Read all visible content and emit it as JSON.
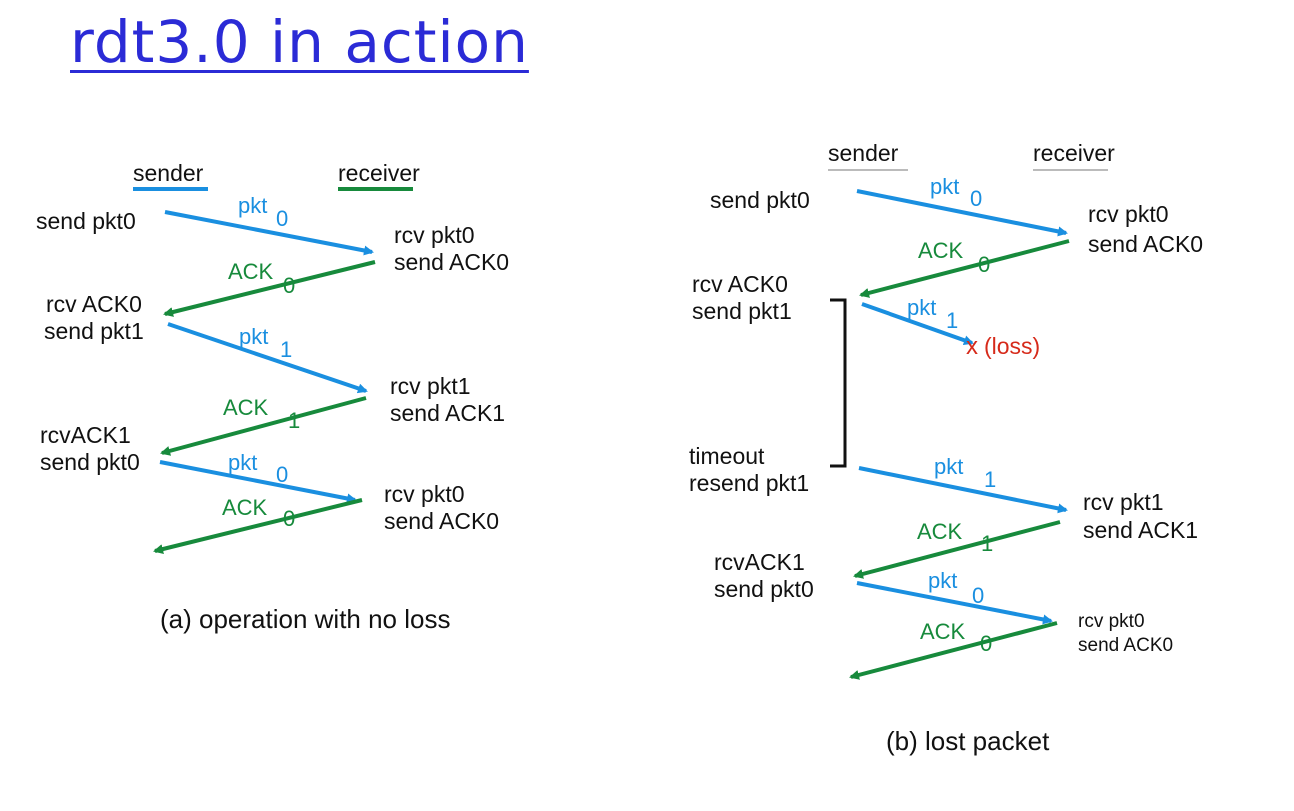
{
  "title": "rdt3.0 in action",
  "colors": {
    "title": "#2b2bd6",
    "packet": "#1a8fe0",
    "ack": "#178a3c",
    "loss": "#d62a1a",
    "text": "#111111"
  },
  "panel_a": {
    "sender_header": "sender",
    "receiver_header": "receiver",
    "sender_events": [
      "send pkt0",
      "rcv ACK0",
      "send pkt1",
      "rcvACK1",
      "send pkt0"
    ],
    "receiver_events": [
      "rcv pkt0",
      "send ACK0",
      "rcv pkt1",
      "send ACK1",
      "rcv pkt0",
      "send ACK0"
    ],
    "messages": [
      {
        "label": "pkt",
        "seq": "0"
      },
      {
        "label": "ACK",
        "seq": "0"
      },
      {
        "label": "pkt",
        "seq": "1"
      },
      {
        "label": "ACK",
        "seq": "1"
      },
      {
        "label": "pkt",
        "seq": "0"
      },
      {
        "label": "ACK",
        "seq": "0"
      }
    ],
    "caption": "(a) operation with no loss"
  },
  "panel_b": {
    "sender_header": "sender",
    "receiver_header": "receiver",
    "sender_events": [
      "send pkt0",
      "rcv ACK0",
      "send pkt1",
      "timeout",
      "resend pkt1",
      "rcvACK1",
      "send pkt0"
    ],
    "receiver_events": [
      "rcv pkt0",
      "send ACK0",
      "rcv pkt1",
      "send ACK1",
      "rcv pkt0",
      "send ACK0"
    ],
    "messages": [
      {
        "label": "pkt",
        "seq": "0"
      },
      {
        "label": "ACK",
        "seq": "0"
      },
      {
        "label": "pkt",
        "seq": "1"
      },
      {
        "label": "pkt",
        "seq": "1"
      },
      {
        "label": "ACK",
        "seq": "1"
      },
      {
        "label": "pkt",
        "seq": "0"
      },
      {
        "label": "ACK",
        "seq": "0"
      }
    ],
    "loss_marker": "x",
    "loss_label": "(loss)",
    "caption": "(b) lost packet"
  }
}
